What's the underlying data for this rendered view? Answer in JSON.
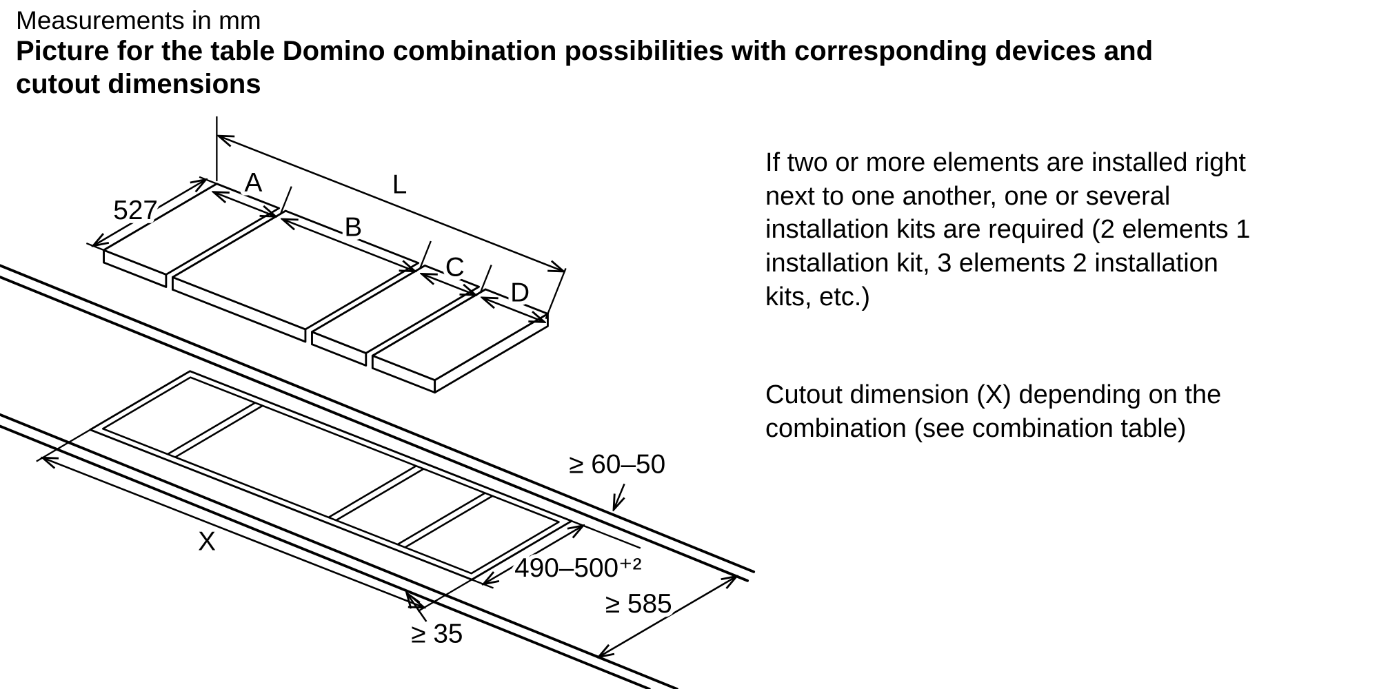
{
  "header": {
    "measurements_note": "Measurements in mm",
    "title": "Picture for the table Domino combination possibilities with corresponding devices and\ncutout dimensions"
  },
  "notes": {
    "installation_kits": "If two or more elements are installed right\nnext to one another, one or several\ninstallation kits are required (2 elements 1\ninstallation kit, 3 elements 2 installation\nkits, etc.)",
    "cutout_dimension": "Cutout dimension (X) depending on the\ncombination (see combination table)"
  },
  "diagram": {
    "dimensions": {
      "depth_527": "527",
      "width_a": "A",
      "width_b": "B",
      "width_c": "C",
      "width_d": "D",
      "length_l": "L",
      "cutout_x": "X",
      "rear_clearance": "≥ 60–50",
      "cutout_depth": "490–500⁺²",
      "front_clearance": "≥ 35",
      "worktop_depth": "≥ 585"
    },
    "stroke_color": "#000000",
    "background_color": "#ffffff"
  }
}
